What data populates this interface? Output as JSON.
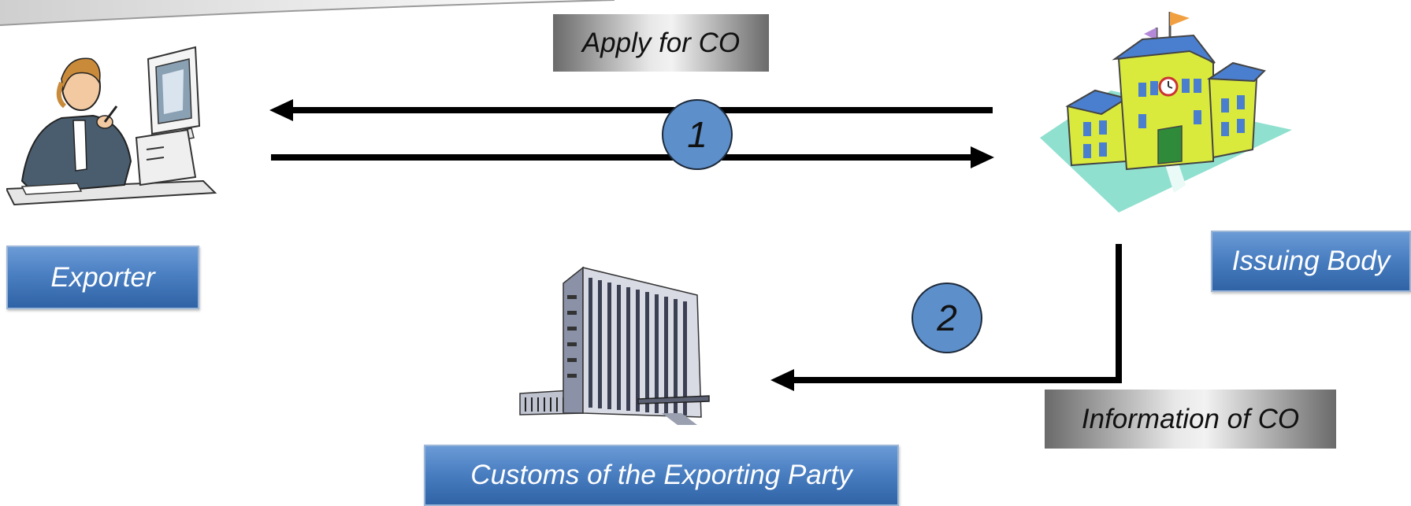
{
  "labels": {
    "exporter": "Exporter",
    "issuing_body": "Issuing Body",
    "customs": "Customs of the Exporting Party"
  },
  "flows": {
    "apply": "Apply for CO",
    "information": "Information of CO"
  },
  "steps": {
    "step1": "1",
    "step2": "2"
  },
  "icons": {
    "exporter": "person-at-computer-icon",
    "issuing_body": "school-building-icon",
    "customs": "office-tower-icon"
  },
  "colors": {
    "label_blue": "#4a7fc2",
    "step_circle": "#5d8fcb",
    "arrow": "#000000"
  }
}
